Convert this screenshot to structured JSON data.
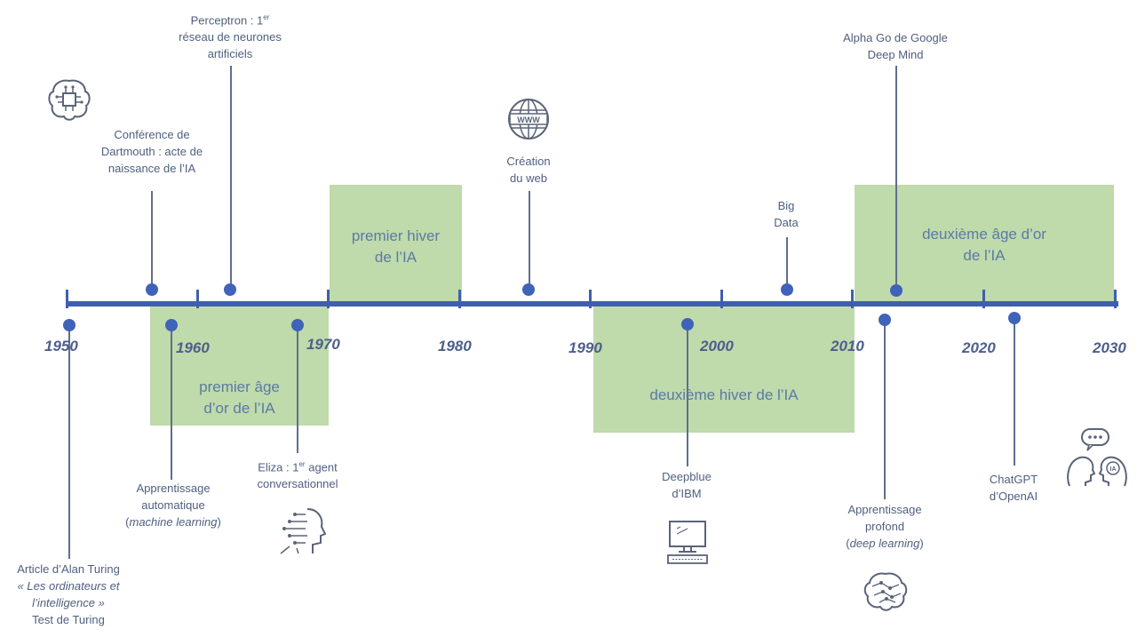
{
  "eras": [
    {
      "id": "premier-age-or",
      "label_line1": "premier âge",
      "label_line2": "d’or de l’IA"
    },
    {
      "id": "premier-hiver",
      "label_line1": "premier hiver",
      "label_line2": "de l’IA"
    },
    {
      "id": "deuxieme-hiver",
      "label_line1": "deuxième hiver de l’IA",
      "label_line2": ""
    },
    {
      "id": "deuxieme-age-or",
      "label_line1": "deuxième âge d’or",
      "label_line2": "de l’IA"
    }
  ],
  "years": [
    "1950",
    "1960",
    "1970",
    "1980",
    "1990",
    "2000",
    "2010",
    "2020",
    "2030"
  ],
  "events": {
    "turing": {
      "line1": "Article d’Alan Turing",
      "line2": "« Les ordinateurs et",
      "line3": "l’intelligence »",
      "line4": "Test de Turing"
    },
    "dartmouth": {
      "line1": "Conférence de",
      "line2": "Dartmouth : acte de",
      "line3": "naissance de l’IA"
    },
    "ml": {
      "line1": "Apprentissage",
      "line2": "automatique",
      "line3": "machine learning"
    },
    "perceptron": {
      "line1a": "Perceptron : 1",
      "line1sup": "er",
      "line2": "réseau de neurones",
      "line3": "artificiels"
    },
    "eliza": {
      "line1a": "Eliza : 1",
      "line1sup": "er",
      "line1b": " agent",
      "line2": "conversationnel"
    },
    "web": {
      "line1": "Création",
      "line2": "du web"
    },
    "deepblue": {
      "line1": "Deepblue",
      "line2": "d’IBM"
    },
    "bigdata": {
      "line1": "Big",
      "line2": "Data"
    },
    "alphago": {
      "line1": "Alpha Go de Google",
      "line2": "Deep Mind"
    },
    "dl": {
      "line1": "Apprentissage",
      "line2": "profond",
      "line3": "deep learning"
    },
    "chatgpt": {
      "line1": "ChatGPT",
      "line2": "d’OpenAI"
    }
  },
  "icons": [
    "brain-chip-icon",
    "www-globe-icon",
    "robot-head-icon",
    "computer-icon",
    "brain-network-icon",
    "chat-heads-icon"
  ],
  "colors": {
    "axis": "#3f5fae",
    "dot": "#3f63b8",
    "era": "#b4d39c",
    "text": "#4f5f7f"
  }
}
